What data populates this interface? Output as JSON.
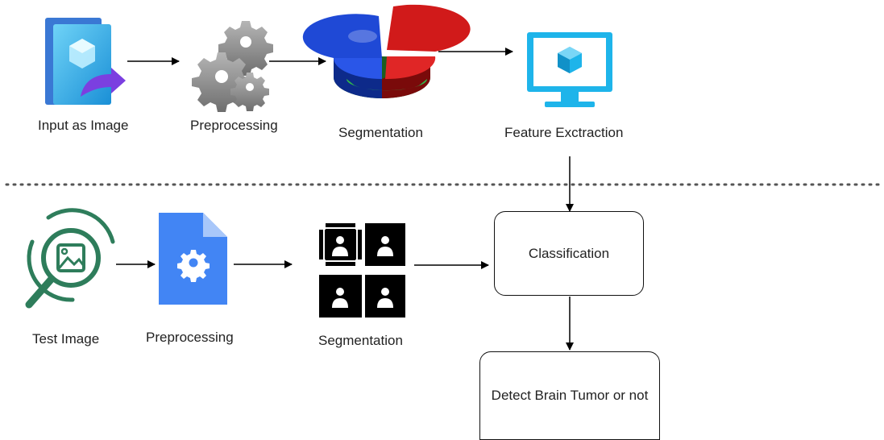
{
  "top_row": {
    "input": {
      "label": "Input as Image",
      "icon": "image-upload-icon"
    },
    "preprocessing": {
      "label": "Preprocessing",
      "icon": "gears-icon"
    },
    "segmentation": {
      "label": "Segmentation",
      "icon": "pie-chart-3d-icon"
    },
    "feature": {
      "label": "Feature Exctraction",
      "icon": "monitor-cube-icon"
    }
  },
  "bottom_row": {
    "test_image": {
      "label": "Test Image",
      "icon": "image-search-icon"
    },
    "preprocessing": {
      "label": "Preprocessing",
      "icon": "document-gear-icon"
    },
    "segmentation": {
      "label": "Segmentation",
      "icon": "person-grid-icon"
    }
  },
  "boxes": {
    "classification": "Classification",
    "detect": "Detect Brain Tumor or not"
  },
  "colors": {
    "arrow": "#000000",
    "divider": "#555555",
    "gear": "#8a8a8a",
    "azure": "#1eb4ea",
    "green": "#2e7d5b",
    "doc_blue": "#4285f4"
  }
}
